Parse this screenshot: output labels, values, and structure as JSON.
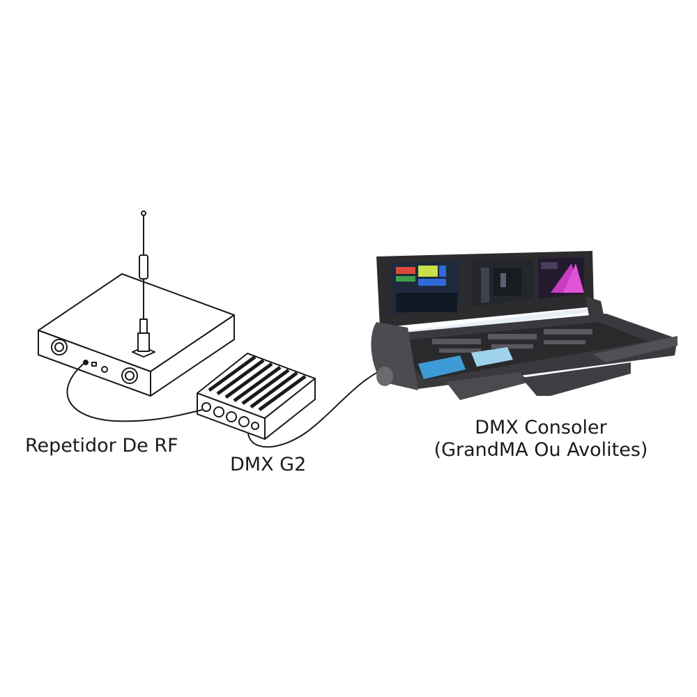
{
  "labels": {
    "rf_repeater": "Repetidor De RF",
    "dmx_g2": "DMX G2",
    "console_line1": "DMX Consoler",
    "console_line2": "(GrandMA Ou Avolites)"
  },
  "devices": [
    {
      "id": "rf-repeater",
      "icon": "rf-repeater-icon"
    },
    {
      "id": "dmx-g2",
      "icon": "dmx-interface-icon"
    },
    {
      "id": "dmx-console",
      "icon": "lighting-console-icon"
    }
  ],
  "connections": [
    {
      "from": "rf-repeater",
      "to": "dmx-g2"
    },
    {
      "from": "dmx-g2",
      "to": "dmx-console"
    }
  ],
  "colors": {
    "line": "#1a1a1a",
    "background": "#ffffff",
    "console_body": "#2a2a2c",
    "screen_accent_1": "#2f6bd6",
    "screen_accent_2": "#c93cc4"
  }
}
